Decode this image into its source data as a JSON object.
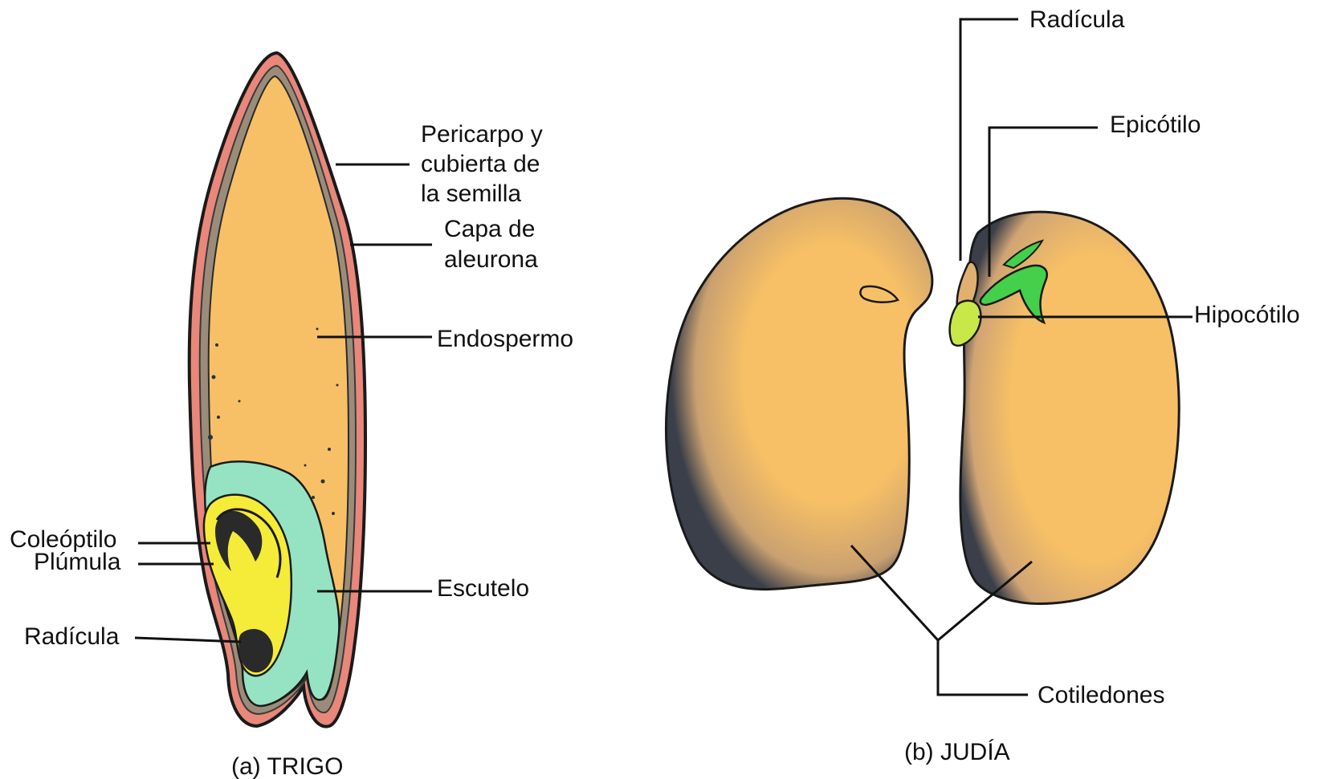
{
  "colors": {
    "endosperm": "#F7C066",
    "pericarp": "#E8877A",
    "scutellum": "#96E3C3",
    "embryo": "#F5EC3A",
    "epicotyl": "#44D04A",
    "hypocotyl": "#C8E84A",
    "outline": "#1A1A1A",
    "speckle": "#243040"
  },
  "wheat": {
    "caption": "(a) TRIGO",
    "labels": {
      "pericarp_line1": "Pericarpo y",
      "pericarp_line2": "cubierta de",
      "pericarp_line3": "la semilla",
      "aleurone_line1": "Capa de",
      "aleurone_line2": "aleurona",
      "endosperm": "Endospermo",
      "coleoptile": "Coleóptilo",
      "plumule": "Plúmula",
      "scutellum": "Escutelo",
      "radicle": "Radícula"
    }
  },
  "bean": {
    "caption": "(b) JUDÍA",
    "labels": {
      "radicle": "Radícula",
      "epicotyl": "Epicótilo",
      "hypocotyl": "Hipocótilo",
      "cotyledons": "Cotiledones"
    }
  }
}
